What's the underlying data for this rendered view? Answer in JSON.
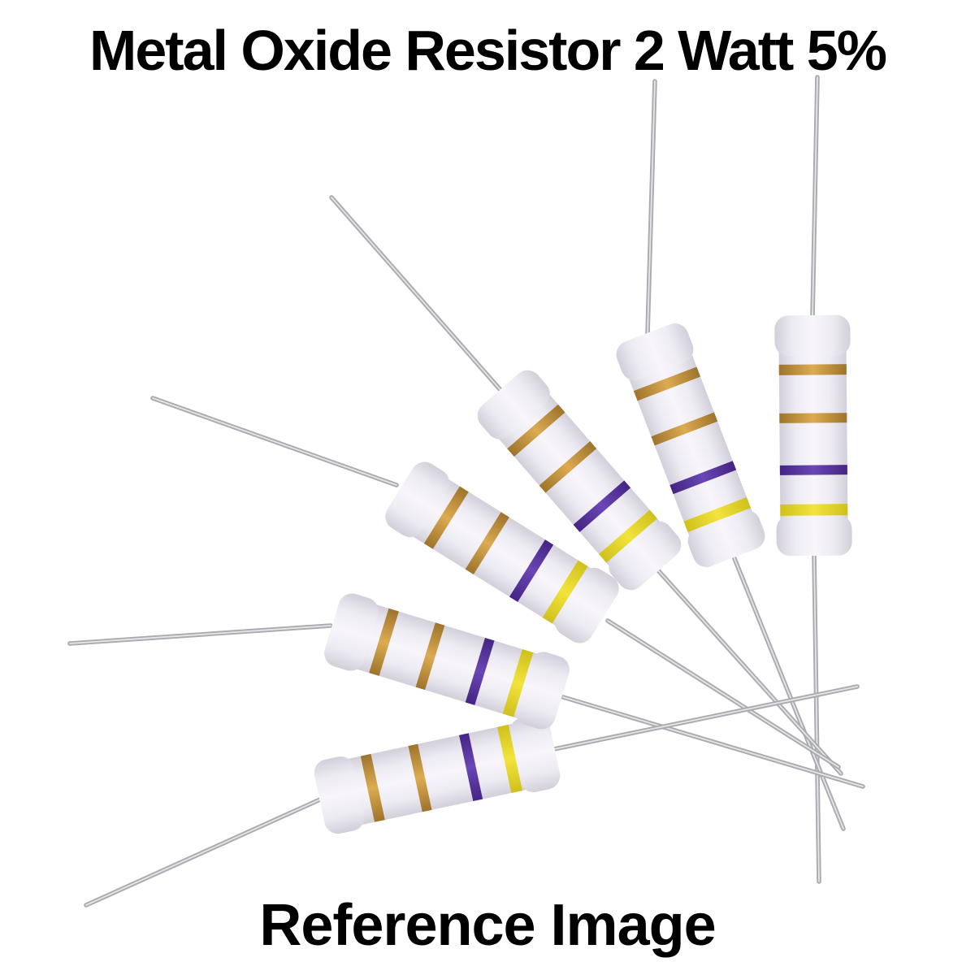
{
  "header": {
    "title": "Metal Oxide Resistor 2 Watt 5%"
  },
  "footer": {
    "caption": "Reference Image"
  },
  "illustration": {
    "description": "Six white metal oxide film resistors fanned out with long leads crossing at the lower right",
    "resistor_count": 6,
    "colors": {
      "background": "#ffffff",
      "body": "#f8f6fb",
      "body_mid": "#eeecf3",
      "body_edge": "#d2cfda",
      "lead": "#a9abaf",
      "lead_highlight": "#e4e5e8",
      "text": "#000000"
    },
    "bands": [
      {
        "name": "gold",
        "hex": "#dcab52",
        "edge": "#9e742b"
      },
      {
        "name": "gold",
        "hex": "#dcab52",
        "edge": "#9e742b"
      },
      {
        "name": "violet",
        "hex": "#6a47b5",
        "edge": "#442483"
      },
      {
        "name": "yellow",
        "hex": "#f2e43c",
        "edge": "#cfc01c"
      }
    ]
  }
}
